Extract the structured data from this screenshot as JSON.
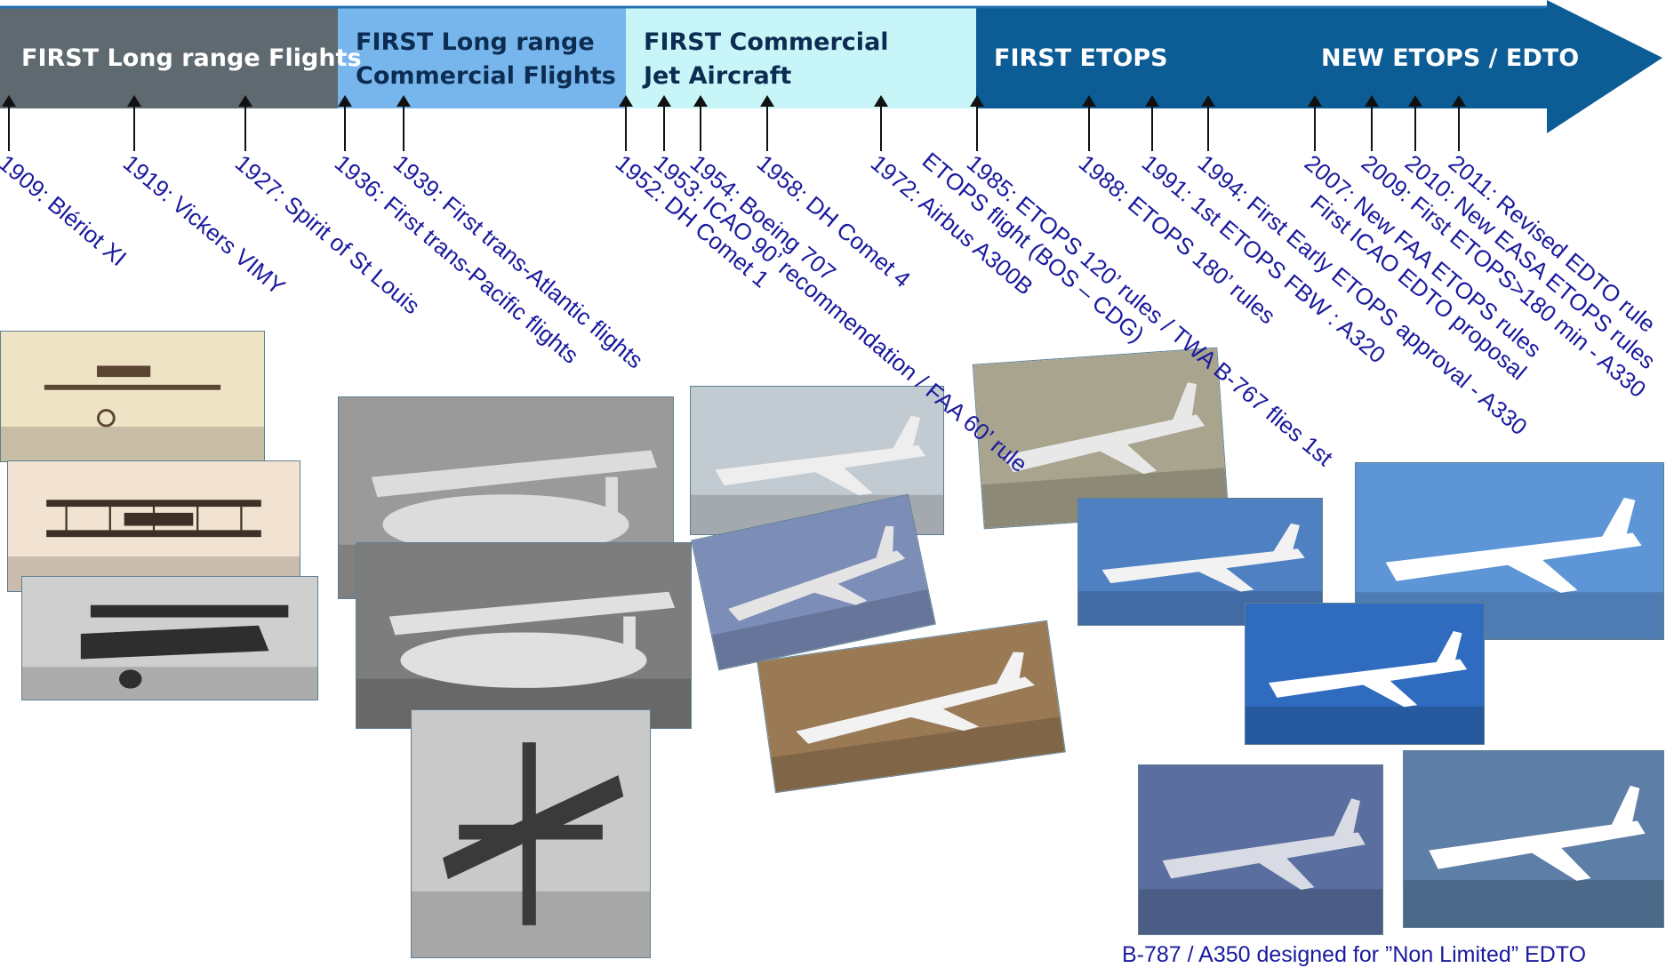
{
  "phases": [
    {
      "label_lines": [
        "FIRST Long range Flights"
      ],
      "color": "#5e6a70",
      "text_color": "#ffffff"
    },
    {
      "label_lines": [
        "FIRST Long range",
        "Commercial Flights"
      ],
      "color": "#77b6ec",
      "text_color": "#0d2c52"
    },
    {
      "label_lines": [
        "FIRST Commercial",
        "Jet Aircraft"
      ],
      "color": "#c8f6f8",
      "text_color": "#0d2c52"
    },
    {
      "label_lines": [
        "FIRST ETOPS"
      ],
      "color": "#0c5c96",
      "text_color": "#ffffff"
    },
    {
      "label_lines": [
        "NEW ETOPS / EDTO"
      ],
      "color": "#0c5c96",
      "text_color": "#ffffff"
    }
  ],
  "events": [
    {
      "year": "1909",
      "text": "Blériot XI"
    },
    {
      "year": "1919",
      "text": "Vickers VIMY"
    },
    {
      "year": "1927",
      "text": "Spirit of St Louis"
    },
    {
      "year": "1936",
      "text": "First trans-Pacific flights"
    },
    {
      "year": "1939",
      "text": "First trans-Atlantic flights"
    },
    {
      "year": "1952",
      "text": "DH Comet 1"
    },
    {
      "year": "1953",
      "text": "ICAO 90’ recommendation / FAA  60’ rule"
    },
    {
      "year": "1954",
      "text": "Boeing 707"
    },
    {
      "year": "1958",
      "text": "DH Comet 4"
    },
    {
      "year": "1972",
      "text": "Airbus A300B"
    },
    {
      "year": "1985",
      "text": "ETOPS 120’ rules / TWA B-767 flies 1st",
      "line2": "ETOPS flight (BOS – CDG)"
    },
    {
      "year": "1988",
      "text": "ETOPS 180’ rules"
    },
    {
      "year": "1991",
      "text": "1st ETOPS FBW : A320"
    },
    {
      "year": "1994",
      "text": "First Early ETOPS approval - A330"
    },
    {
      "year": "2007",
      "text": "New FAA ETOPS rules",
      "line2": "First ICAO EDTO proposal"
    },
    {
      "year": "2009",
      "text": "First ETOPS>180 min - A330"
    },
    {
      "year": "2010",
      "text": "New EASA ETOPS rules"
    },
    {
      "year": "2011",
      "text": "Revised EDTO rule"
    }
  ],
  "photos": [
    {
      "name": "bleriot-xi",
      "sky": "#efe3c6",
      "plane": "#5a4632",
      "style": "monoplane"
    },
    {
      "name": "vickers-vimy",
      "sky": "#f1e2d2",
      "plane": "#3d3026",
      "style": "biplane"
    },
    {
      "name": "spirit-of-st-louis",
      "sky": "#cfcfcf",
      "plane": "#2e2e2e",
      "style": "highwing"
    },
    {
      "name": "flying-boat-1936",
      "sky": "#9a9a9a",
      "plane": "#dcdcdc",
      "style": "flyingboat"
    },
    {
      "name": "boeing-314-clipper",
      "sky": "#7d7d7d",
      "plane": "#e0e0e0",
      "style": "flyingboat"
    },
    {
      "name": "lockheed-constellation",
      "sky": "#c9c9c9",
      "plane": "#3a3a3a",
      "style": "propliner"
    },
    {
      "name": "mexicana-dh-comet",
      "sky": "#c3cbd2",
      "plane": "#eeeeee",
      "style": "jet"
    },
    {
      "name": "lufthansa-boeing-707",
      "sky": "#7c8db8",
      "plane": "#e4e4e4",
      "style": "jet"
    },
    {
      "name": "airbus-a300b",
      "sky": "#9a7a55",
      "plane": "#f2f2f2",
      "style": "jet"
    },
    {
      "name": "twa-boeing-767",
      "sky": "#a8a48e",
      "plane": "#e8e8e8",
      "style": "jet"
    },
    {
      "name": "singapore-a310",
      "sky": "#4f81c2",
      "plane": "#f2f2f2",
      "style": "jet"
    },
    {
      "name": "airbus-a330",
      "sky": "#5e95d6",
      "plane": "#ffffff",
      "style": "jet"
    },
    {
      "name": "airbus-a320",
      "sky": "#2f6bbf",
      "plane": "#ffffff",
      "style": "jet"
    },
    {
      "name": "boeing-787",
      "sky": "#5a6fa0",
      "plane": "#d8dbe3",
      "style": "jet"
    },
    {
      "name": "airbus-a350",
      "sky": "#5d7ea6",
      "plane": "#ffffff",
      "style": "jet"
    }
  ],
  "footer": {
    "caption": "B-787 / A350 designed for ”Non Limited” EDTO"
  }
}
